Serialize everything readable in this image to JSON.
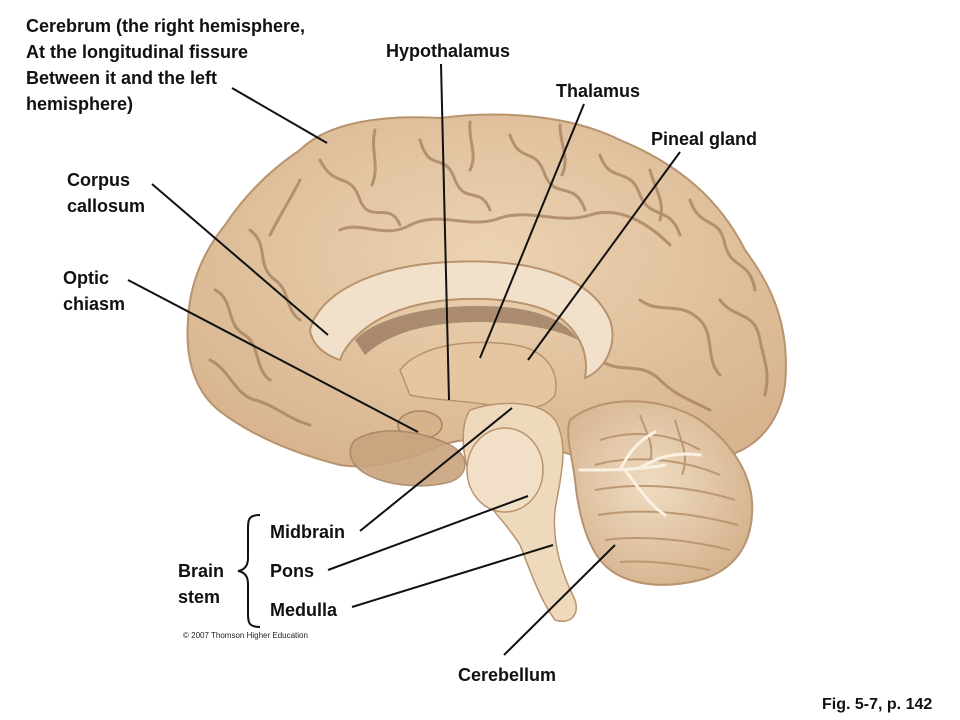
{
  "labels": {
    "cerebrum": "Cerebrum (the right hemisphere,\nAt the longitudinal fissure\nBetween it and the left\nhemisphere)",
    "hypothalamus": "Hypothalamus",
    "thalamus": "Thalamus",
    "pineal_gland": "Pineal gland",
    "corpus_callosum": "Corpus\ncallosum",
    "optic_chiasm": "Optic\nchiasm",
    "midbrain": "Midbrain",
    "pons": "Pons",
    "medulla": "Medulla",
    "brain_stem": "Brain\nstem",
    "cerebellum": "Cerebellum"
  },
  "copyright": "© 2007 Thomson Higher Education",
  "figure_ref": "Fig. 5-7, p. 142",
  "colors": {
    "tissue": "#e7caa6",
    "tissue_dark": "#c9a47e",
    "sulcus": "#a88462",
    "white_matter": "#f1dfc7",
    "leader_line": "#111111"
  }
}
